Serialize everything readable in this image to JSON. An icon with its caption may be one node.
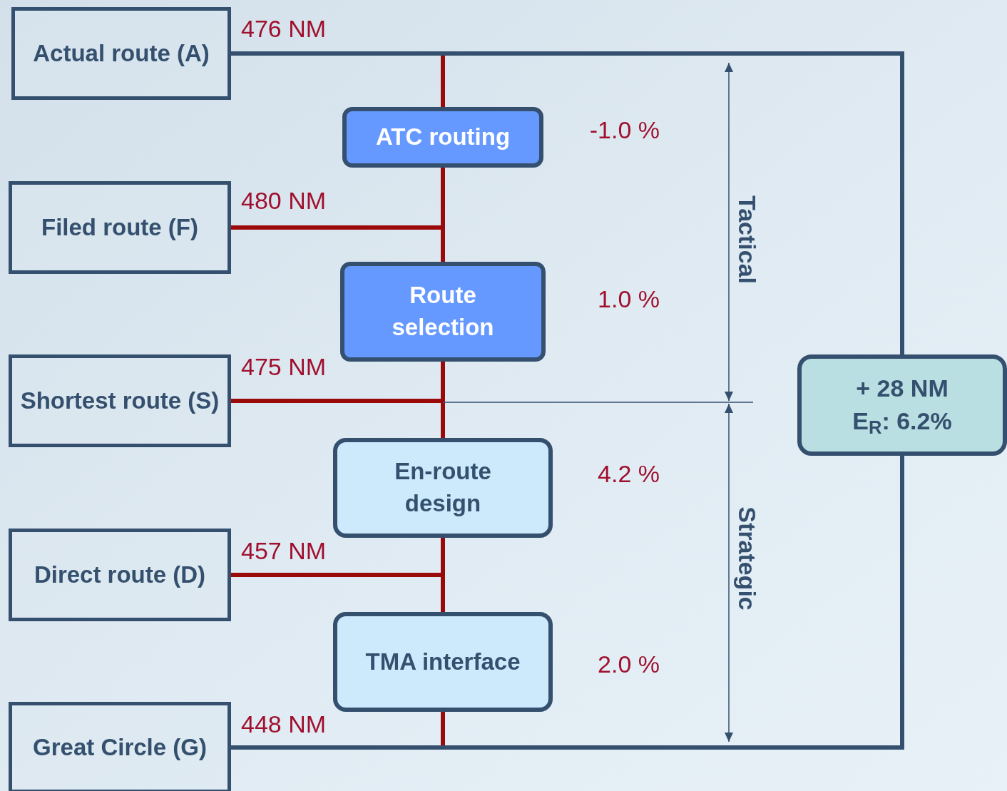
{
  "diagram": {
    "nodes": [
      {
        "text": [
          "Actual route (A)"
        ],
        "beside": [
          "476 NM"
        ]
      },
      {
        "text": [
          "Filed route (F)"
        ],
        "beside": [
          "480 NM"
        ]
      },
      {
        "text": [
          "Shortest route (S)"
        ],
        "beside": [
          "475 NM"
        ]
      },
      {
        "text": [
          "Direct route (D)"
        ],
        "beside": [
          "457 NM"
        ]
      },
      {
        "text": [
          "Great Circle (G)"
        ],
        "beside": [
          "448 NM"
        ]
      },
      {
        "text": [
          "ATC routing"
        ],
        "beside": [
          "-1.0 %"
        ]
      },
      {
        "text": [
          "Route selection"
        ],
        "beside": [
          "1.0 %"
        ]
      },
      {
        "text": [
          "En-route design"
        ],
        "beside": [
          "4.2 %"
        ]
      },
      {
        "text": [
          "TMA interface"
        ],
        "beside": [
          "2.0 %"
        ]
      },
      {
        "text": [
          "+ 28 NM",
          "E$_{R}$: 6.2%"
        ]
      }
    ],
    "edges": [
      {
        "from": 0,
        "to": 9,
        "arrow": "none",
        "color": "#34506e"
      },
      {
        "from": 4,
        "to": 9,
        "arrow": "none",
        "color": "#34506e"
      },
      {
        "from": 0,
        "to": 5,
        "arrow": "none"
      },
      {
        "from": 1,
        "to": 5,
        "arrow": "none"
      },
      {
        "from": 1,
        "to": 6,
        "arrow": "none"
      },
      {
        "from": 2,
        "to": 6,
        "arrow": "none"
      },
      {
        "from": 2,
        "to": 7,
        "arrow": "none"
      },
      {
        "from": 3,
        "to": 7,
        "arrow": "none"
      },
      {
        "from": 3,
        "to": 8,
        "arrow": "none"
      },
      {
        "from": 4,
        "to": 8,
        "arrow": "none"
      }
    ],
    "labels": [
      "Tactical",
      "Strategic"
    ]
  }
}
